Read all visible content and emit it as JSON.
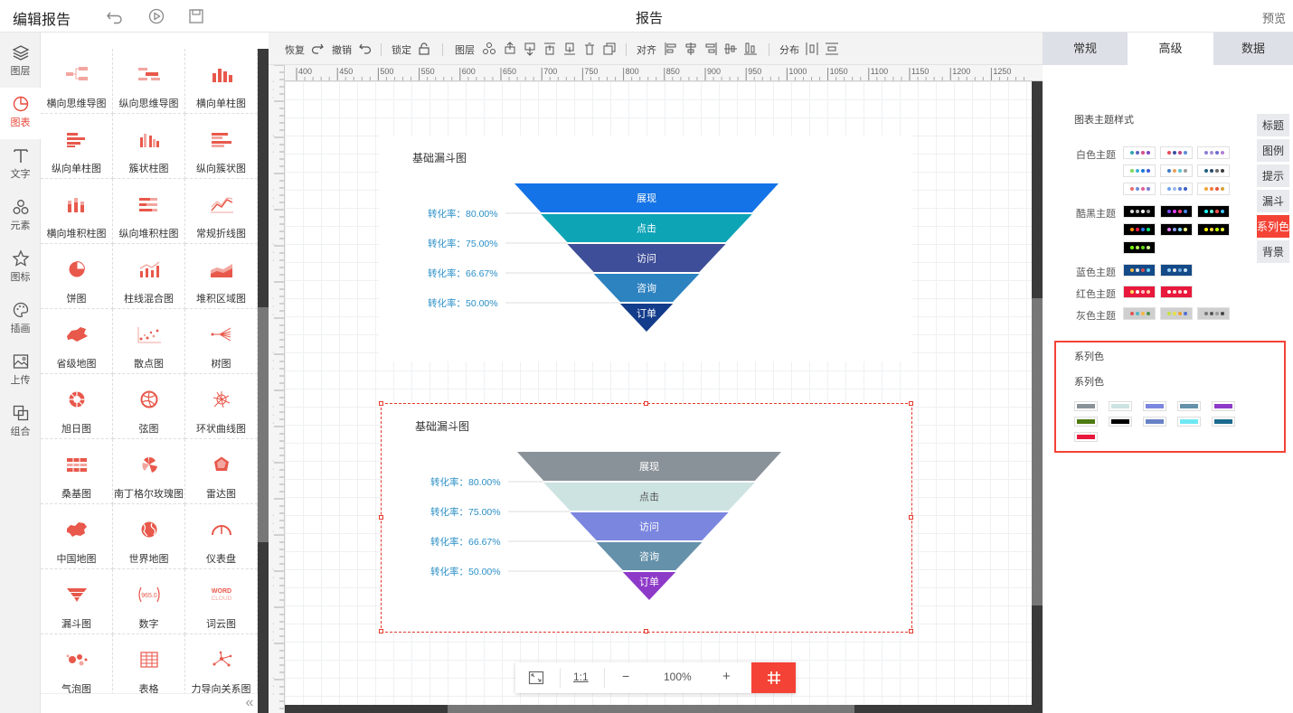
{
  "header": {
    "app_title": "编辑报告",
    "report_title": "报告",
    "preview": "预览"
  },
  "nav": [
    {
      "label": "图层",
      "icon": "layers-icon"
    },
    {
      "label": "图表",
      "icon": "chart-icon",
      "active": true
    },
    {
      "label": "文字",
      "icon": "text-icon"
    },
    {
      "label": "元素",
      "icon": "elements-icon"
    },
    {
      "label": "图标",
      "icon": "star-icon"
    },
    {
      "label": "插画",
      "icon": "palette-icon"
    },
    {
      "label": "上传",
      "icon": "upload-icon"
    },
    {
      "label": "组合",
      "icon": "group-icon"
    }
  ],
  "library": [
    {
      "label": "横向思维导图",
      "icon": "mindmap-h-icon"
    },
    {
      "label": "纵向思维导图",
      "icon": "mindmap-v-icon"
    },
    {
      "label": "横向单柱图",
      "icon": "bar-icon"
    },
    {
      "label": "纵向单柱图",
      "icon": "hbar-icon"
    },
    {
      "label": "簇状柱图",
      "icon": "cluster-bar-icon"
    },
    {
      "label": "纵向簇状图",
      "icon": "cluster-hbar-icon"
    },
    {
      "label": "横向堆积柱图",
      "icon": "stack-bar-icon"
    },
    {
      "label": "纵向堆积柱图",
      "icon": "stack-hbar-icon"
    },
    {
      "label": "常规折线图",
      "icon": "line-icon"
    },
    {
      "label": "饼图",
      "icon": "pie-icon"
    },
    {
      "label": "柱线混合图",
      "icon": "combo-icon"
    },
    {
      "label": "堆积区域图",
      "icon": "area-icon"
    },
    {
      "label": "省级地图",
      "icon": "province-map-icon"
    },
    {
      "label": "散点图",
      "icon": "scatter-icon"
    },
    {
      "label": "树图",
      "icon": "tree-icon"
    },
    {
      "label": "旭日图",
      "icon": "sunburst-icon"
    },
    {
      "label": "弦图",
      "icon": "chord-icon"
    },
    {
      "label": "环状曲线图",
      "icon": "radial-icon"
    },
    {
      "label": "桑基图",
      "icon": "sankey-icon"
    },
    {
      "label": "南丁格尔玫瑰图",
      "icon": "rose-icon"
    },
    {
      "label": "雷达图",
      "icon": "radar-icon"
    },
    {
      "label": "中国地图",
      "icon": "china-map-icon"
    },
    {
      "label": "世界地图",
      "icon": "world-map-icon"
    },
    {
      "label": "仪表盘",
      "icon": "gauge-icon"
    },
    {
      "label": "漏斗图",
      "icon": "funnel-icon"
    },
    {
      "label": "数字",
      "icon": "number-icon"
    },
    {
      "label": "词云图",
      "icon": "wordcloud-icon"
    },
    {
      "label": "气泡图",
      "icon": "bubble-icon"
    },
    {
      "label": "表格",
      "icon": "table-icon"
    },
    {
      "label": "力导向关系图",
      "icon": "force-graph-icon"
    }
  ],
  "library_icon_text": {
    "number": "965.0",
    "word": "WORD",
    "cloud": "CLOUD"
  },
  "toolbar": {
    "redo": "恢复",
    "undo": "撤销",
    "lock": "锁定",
    "layer": "图层",
    "align": "对齐",
    "distribute": "分布"
  },
  "ruler": {
    "h": [
      "400",
      "450",
      "500",
      "550",
      "600",
      "650",
      "700",
      "750",
      "800",
      "850",
      "900",
      "950",
      "1000",
      "1050",
      "1100",
      "1150",
      "1200",
      "1250"
    ]
  },
  "zoom": {
    "fit": "⤢",
    "ratio": "1:1",
    "minus": "−",
    "level": "100%",
    "plus": "+"
  },
  "charts": [
    {
      "title": "基础漏斗图",
      "stages": [
        "展现",
        "点击",
        "访问",
        "咨询",
        "订单"
      ],
      "values": [
        100,
        80,
        60,
        40,
        20
      ],
      "rates": [
        "转化率：80.00%",
        "转化率：75.00%",
        "转化率：66.67%",
        "转化率：50.00%"
      ],
      "colors": [
        "#1473e6",
        "#0da4b6",
        "#3f4e98",
        "#2d82c0",
        "#133c8b"
      ],
      "text_colors": [
        "#fff",
        "#fff",
        "#fff",
        "#fff",
        "#fff"
      ]
    },
    {
      "title": "基础漏斗图",
      "stages": [
        "展现",
        "点击",
        "访问",
        "咨询",
        "订单"
      ],
      "values": [
        100,
        80,
        60,
        40,
        20
      ],
      "rates": [
        "转化率：80.00%",
        "转化率：75.00%",
        "转化率：66.67%",
        "转化率：50.00%"
      ],
      "colors": [
        "#8a9299",
        "#cde3e2",
        "#7b86df",
        "#6591aa",
        "#8e3ac8"
      ],
      "text_colors": [
        "#fff",
        "#555",
        "#fff",
        "#fff",
        "#fff"
      ]
    }
  ],
  "right": {
    "tabs": [
      {
        "label": "常规"
      },
      {
        "label": "高级",
        "active": true
      },
      {
        "label": "数据"
      }
    ],
    "vtabs": [
      {
        "label": "标题"
      },
      {
        "label": "图例"
      },
      {
        "label": "提示"
      },
      {
        "label": "漏斗"
      },
      {
        "label": "系列色",
        "active": true
      },
      {
        "label": "背景"
      }
    ],
    "theme_title": "图表主题样式",
    "themes": [
      {
        "label": "白色主题",
        "bg": "#ffffff",
        "swatches": [
          [
            "#2ea6b0",
            "#5b62c5",
            "#d94d8f",
            "#7b4bc4"
          ],
          [
            "#e64a5c",
            "#3a4ea3",
            "#c04487",
            "#5b8bd9"
          ],
          [
            "#8a7fd6",
            "#a98ed6",
            "#6b6bd0",
            "#b081d4"
          ],
          [
            "#7ed957",
            "#3ab0d9",
            "#1d76d2",
            "#3d5bd9"
          ],
          [
            "#3d7ac9",
            "#e9a15a",
            "#59c4cf",
            "#9b9b9b"
          ],
          [
            "#1f5f7a",
            "#2e4d6b",
            "#6a6a6a",
            "#3b3b3b"
          ],
          [
            "#ea6b6b",
            "#6b8fd9",
            "#e45e9a",
            "#7a7ad0"
          ],
          [
            "#6aa3e8",
            "#9bb7e8",
            "#5a7fd9",
            "#3a5bc4"
          ],
          [
            "#f2a33c",
            "#f27b3c",
            "#e8573c",
            "#d9a03c"
          ]
        ]
      },
      {
        "label": "酷黑主题",
        "bg": "#000000",
        "swatches": [
          [
            "#e0e0e0",
            "#bdbdbd",
            "#ffffff",
            "#9e9e9e"
          ],
          [
            "#7c4dff",
            "#e040fb",
            "#ff4081",
            "#448aff"
          ],
          [
            "#18ffff",
            "#64ffda",
            "#ff5252",
            "#40c4ff"
          ],
          [
            "#ff9100",
            "#ff1744",
            "#2979ff",
            "#00e676"
          ],
          [
            "#ea80fc",
            "#8c9eff",
            "#80d8ff",
            "#ffff8d"
          ],
          [
            "#ffff00",
            "#ffd740",
            "#c6ff00",
            "#eeff41"
          ],
          [
            "#76ff03",
            "#b2ff59",
            "#64dd17",
            "#ccff90"
          ]
        ]
      },
      {
        "label": "蓝色主题",
        "bg": "#144a88",
        "swatches": [
          [
            "#f5b942",
            "#e8e8e8",
            "#d94d4d",
            "#6fd0f5"
          ],
          [
            "#9bd1f5",
            "#e8e8e8",
            "#6fa8dc",
            "#c9e6f5"
          ]
        ]
      },
      {
        "label": "红色主题",
        "bg": "#e8193c",
        "swatches": [
          [
            "#ffe066",
            "#ffffff",
            "#ffc0c8",
            "#ffd1a6"
          ],
          [
            "#ffffff",
            "#ffe0e0",
            "#ffd6d6",
            "#fff0f0"
          ]
        ]
      },
      {
        "label": "灰色主题",
        "bg": "#cfcfcf",
        "swatches": [
          [
            "#e0544f",
            "#4db8c4",
            "#f5b942",
            "#4f8f4f"
          ],
          [
            "#c6e040",
            "#e8e040",
            "#f0a030",
            "#4f6fd0"
          ],
          [
            "#777777",
            "#555555",
            "#999999",
            "#444444"
          ]
        ]
      }
    ],
    "series_header": "系列色",
    "series_label": "系列色",
    "series_colors": [
      "#8a9299",
      "#cde3e2",
      "#7b86df",
      "#6591aa",
      "#8e3ac8",
      "#4e7a12",
      "#000000",
      "#6882c6",
      "#6fe8f2",
      "#1b6b8e",
      "#e8193c"
    ]
  }
}
